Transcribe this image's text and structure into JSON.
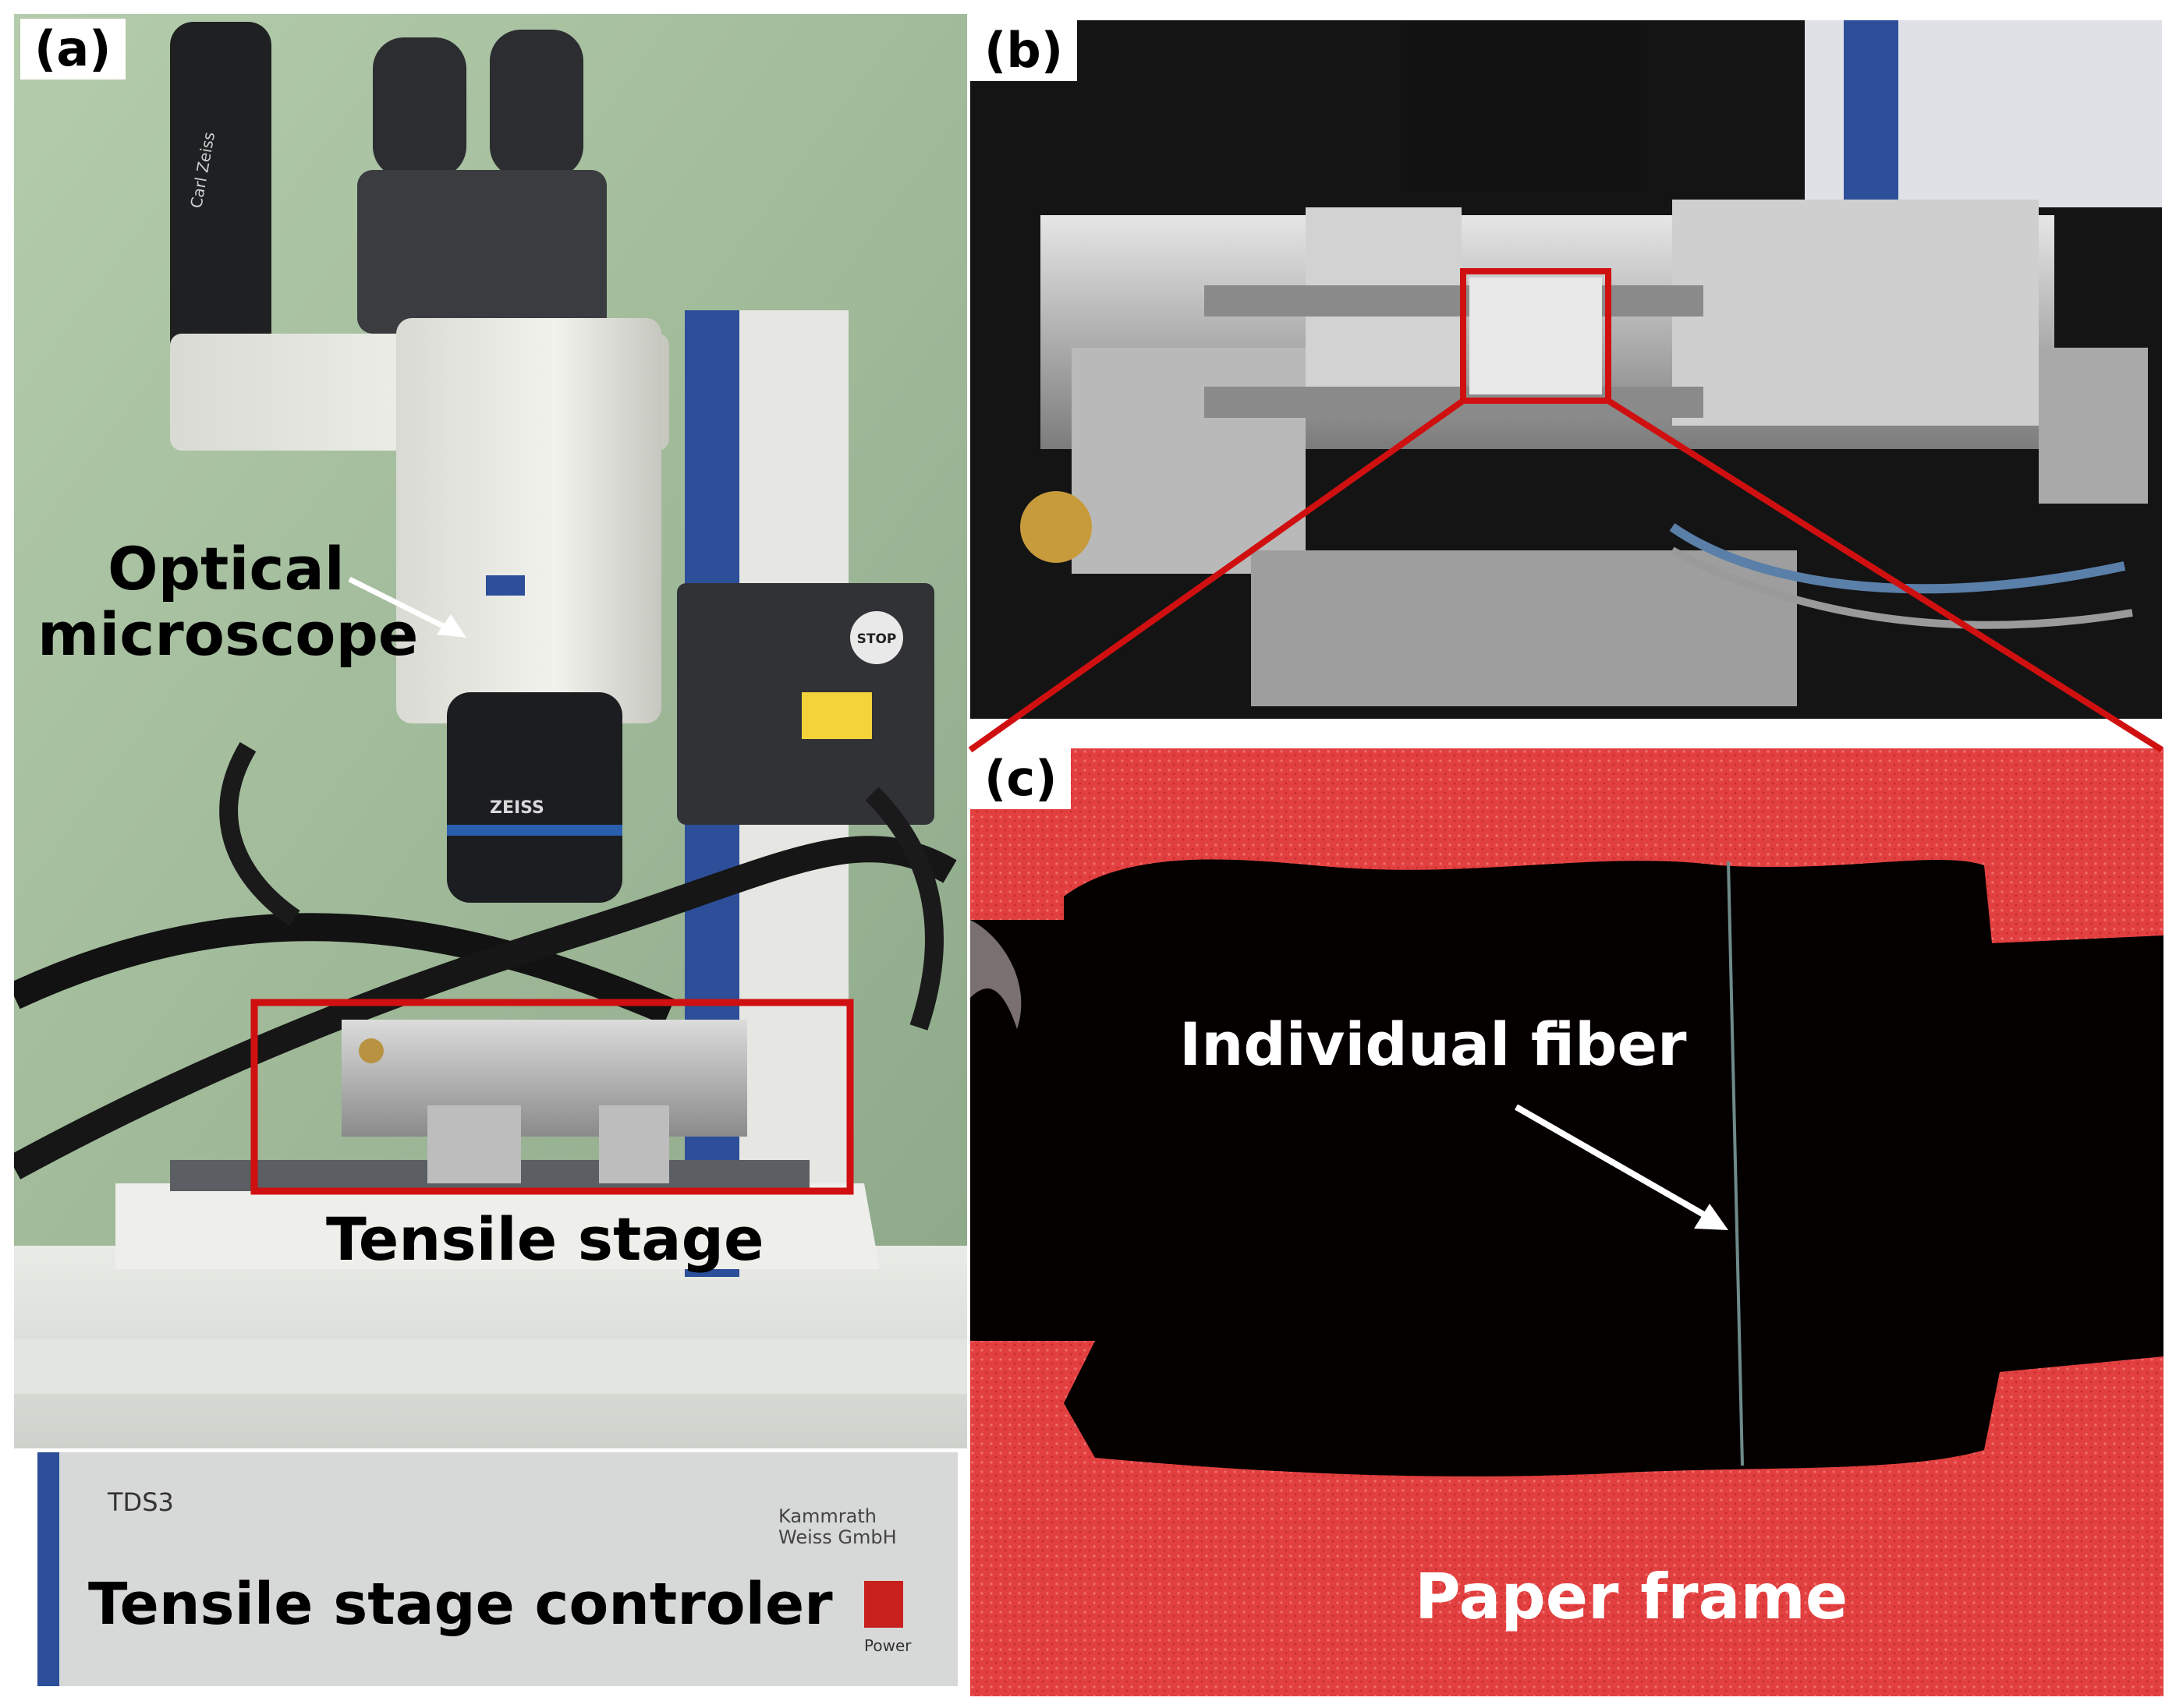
{
  "panels": {
    "a": {
      "label": "(a)",
      "microscope_brand": "ZEISS",
      "eyepiece_brand": "Carl Zeiss",
      "stop_button": "STOP",
      "controller_model": "TDS3",
      "controller_brand_line1": "Kammrath",
      "controller_brand_line2": "Weiss GmbH",
      "power_label": "Power",
      "annotations": {
        "optical_line1": "Optical",
        "optical_line2": "microscope",
        "tensile_stage": "Tensile stage",
        "controller": "Tensile stage controler"
      }
    },
    "b": {
      "label": "(b)"
    },
    "c": {
      "label": "(c)",
      "annotations": {
        "fiber": "Individual fiber",
        "frame": "Paper frame"
      }
    }
  },
  "colors": {
    "highlight_box": "#d01010",
    "wall_green": "#a8c0a0",
    "paper_red": "#e24040",
    "black_window": "#050000"
  }
}
